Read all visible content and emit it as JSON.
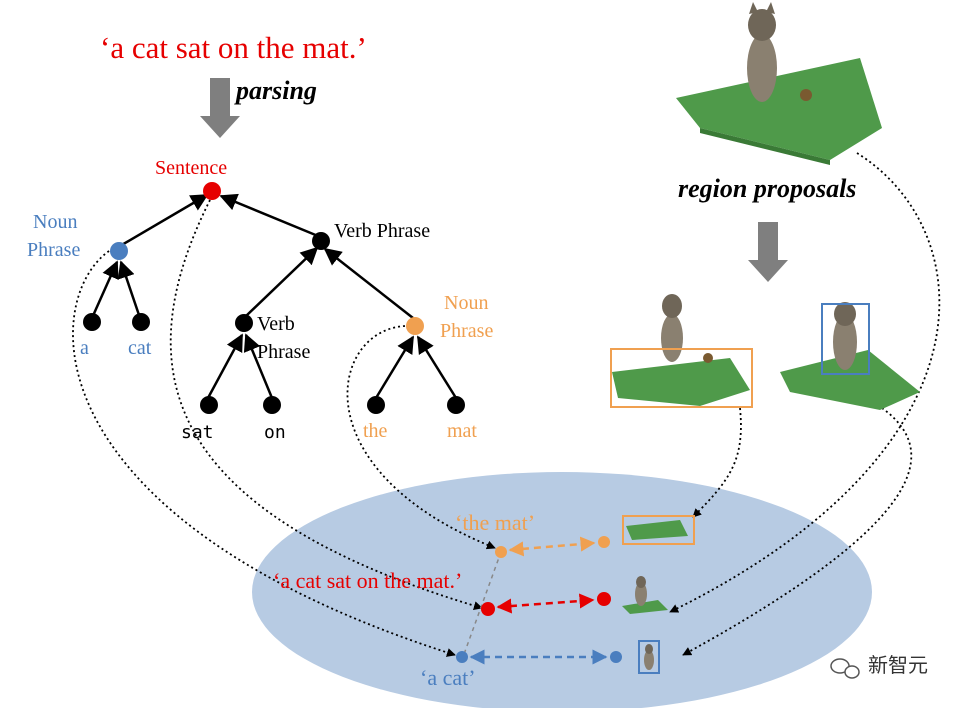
{
  "sentence": "‘a cat sat on the mat.’",
  "parsing_label": "parsing",
  "region_label": "region proposals",
  "tree": {
    "root": "Sentence",
    "np1_line1": "Noun",
    "np1_line2": "Phrase",
    "vp1": "Verb Phrase",
    "vp2_line1": "Verb",
    "vp2_line2": "Phrase",
    "np2_line1": "Noun",
    "np2_line2": "Phrase",
    "words": {
      "a": "a",
      "cat": "cat",
      "sat": "sat",
      "on": "on",
      "the": "the",
      "mat": "mat"
    }
  },
  "embedding": {
    "the_mat": "‘the mat’",
    "sentence": "‘a cat sat on the mat.’",
    "a_cat": "‘a cat’"
  },
  "watermark": "新智元",
  "colors": {
    "red": "#e60000",
    "blue": "#4a7ebf",
    "orange": "#f0a050",
    "ellipse": "#b7cbe3",
    "mat": "#4f9a4a",
    "black": "#000000"
  }
}
